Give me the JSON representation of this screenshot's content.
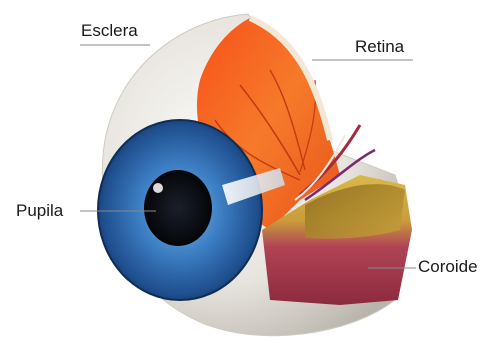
{
  "labels": {
    "esclera": "Esclera",
    "retina": "Retina",
    "pupila": "Pupila",
    "coroide": "Coroide"
  },
  "colors": {
    "sclera": "#e9e7e2",
    "iris": "#2f6fb6",
    "pupil": "#0b0d14",
    "retina": "#f26a1e",
    "choroid": "#a8324a",
    "vitreous_yellow": "#d4b13a",
    "leader_line": "#8a8a8a"
  }
}
